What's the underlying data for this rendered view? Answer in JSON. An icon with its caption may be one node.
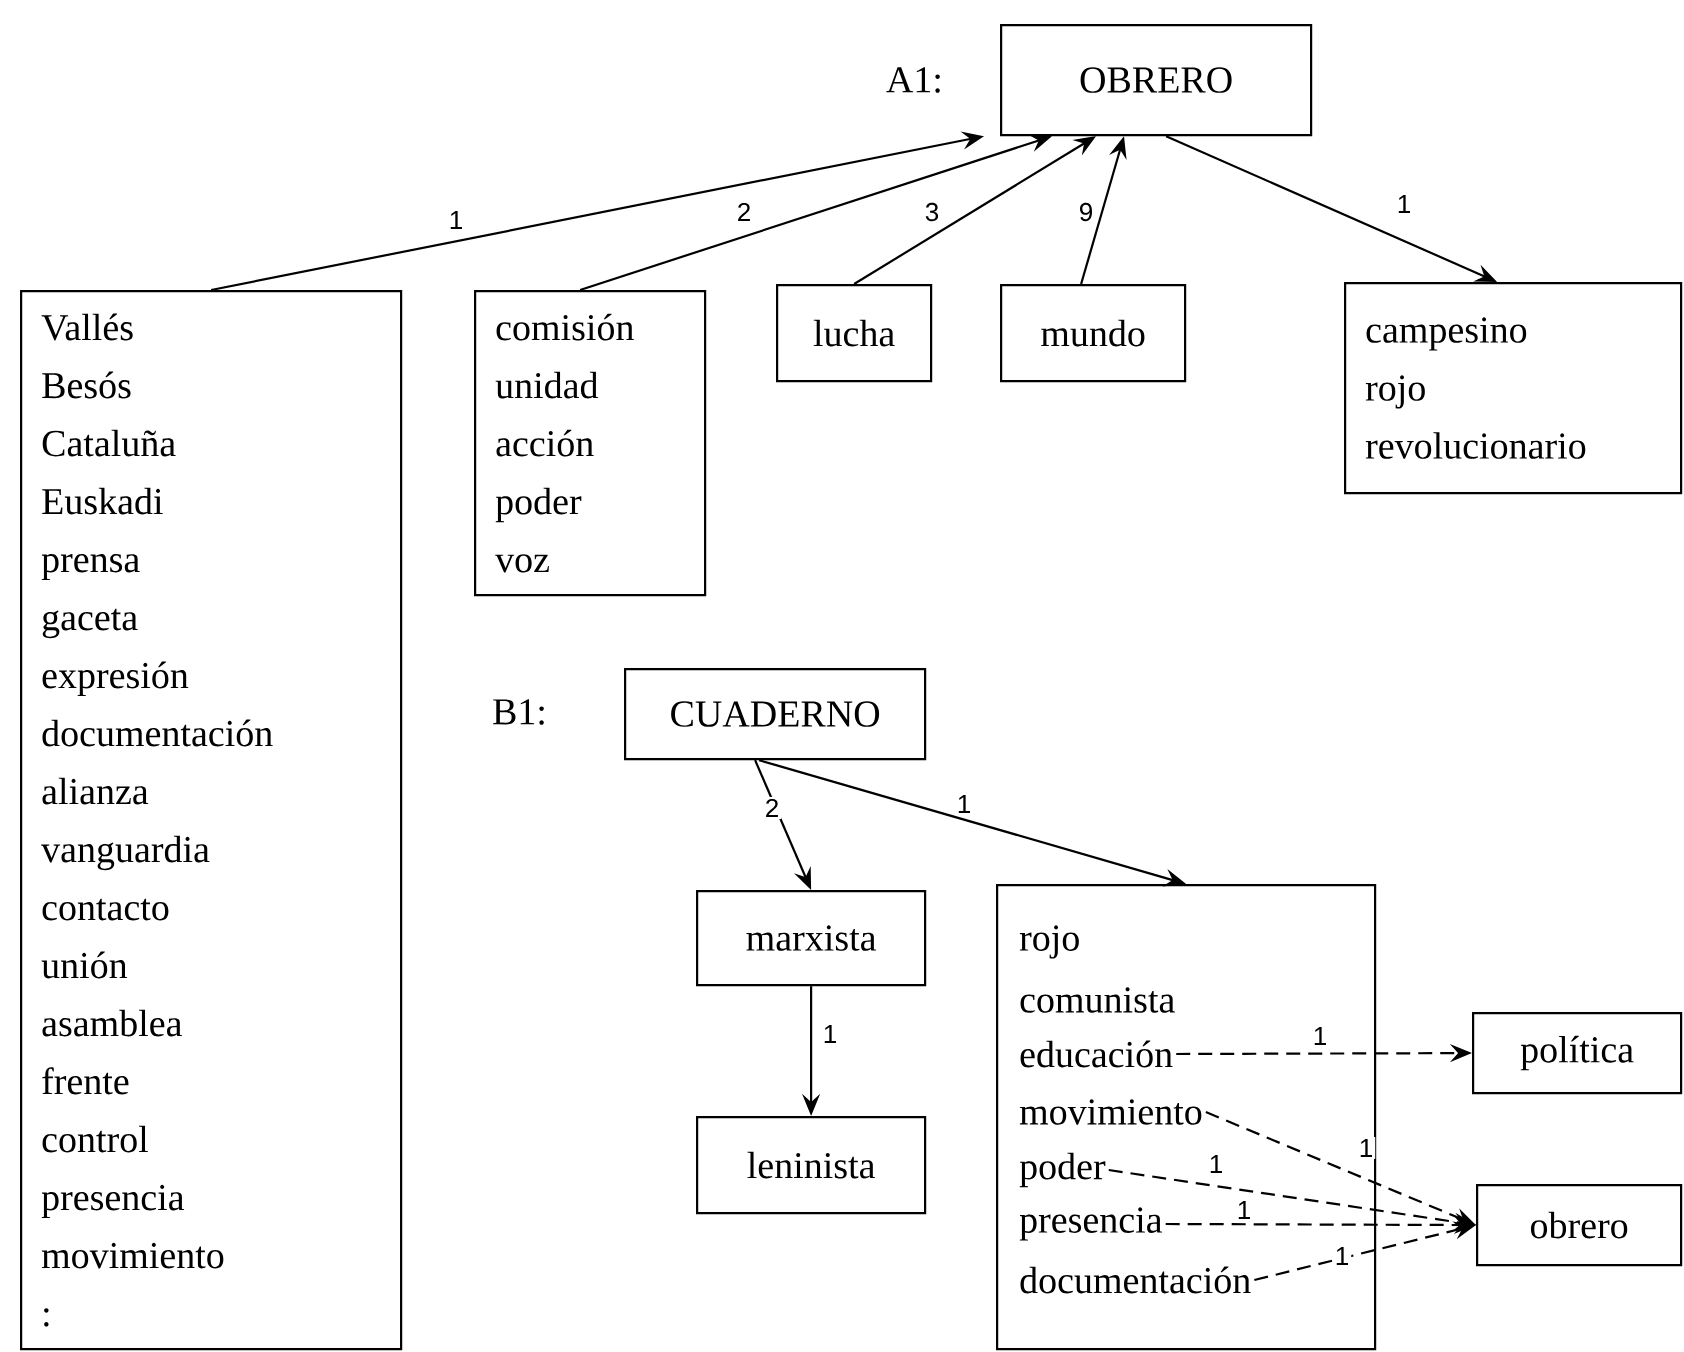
{
  "diagram": {
    "nodes": [
      {
        "text": [
          "OBRERO"
        ],
        "beside": [
          "A1:"
        ]
      },
      {
        "text": [
          "Vallés",
          "Besós",
          "Cataluña",
          "Euskadi",
          "prensa",
          "gaceta",
          "expresión",
          "documentación",
          "alianza",
          "vanguardia",
          "contacto",
          "unión",
          "asamblea",
          "frente",
          "control",
          "presencia",
          "movimiento",
          ":"
        ]
      },
      {
        "text": [
          "comisión",
          "unidad",
          "acción",
          "poder",
          "voz"
        ]
      },
      {
        "text": [
          "lucha"
        ]
      },
      {
        "text": [
          "mundo"
        ]
      },
      {
        "text": [
          "campesino",
          "rojo",
          "revolucionario"
        ]
      },
      {
        "text": [
          "CUADERNO"
        ],
        "beside": [
          "B1:"
        ]
      },
      {
        "text": [
          "marxista"
        ]
      },
      {
        "text": [
          "leninista"
        ]
      },
      {
        "text": [],
        "shape": "box"
      },
      {
        "text": [
          "rojo"
        ],
        "in": 9
      },
      {
        "text": [
          "comunista"
        ],
        "in": 9
      },
      {
        "text": [
          "educación"
        ],
        "in": 9
      },
      {
        "text": [
          "movimiento"
        ],
        "in": 9
      },
      {
        "text": [
          "poder"
        ],
        "in": 9
      },
      {
        "text": [
          "presencia"
        ],
        "in": 9
      },
      {
        "text": [
          "documentación"
        ],
        "in": 9
      },
      {
        "text": [
          "política"
        ]
      },
      {
        "text": [
          "obrero"
        ]
      }
    ],
    "edges": [
      {
        "from": 1,
        "to": 0,
        "arrow": "to",
        "label": "1"
      },
      {
        "from": 2,
        "to": 0,
        "arrow": "to",
        "label": "2"
      },
      {
        "from": 3,
        "to": 0,
        "arrow": "to",
        "label": "3"
      },
      {
        "from": 4,
        "to": 0,
        "arrow": "to",
        "label": "9"
      },
      {
        "from": 0,
        "to": 5,
        "arrow": "to",
        "label": "1"
      },
      {
        "from": 6,
        "to": 7,
        "arrow": "to",
        "label": "2"
      },
      {
        "from": 6,
        "to": 9,
        "arrow": "to",
        "label": "1"
      },
      {
        "from": 7,
        "to": 8,
        "arrow": "to",
        "label": "1"
      },
      {
        "from": 12,
        "to": 17,
        "arrow": "to",
        "label": "1",
        "style": "dashed"
      },
      {
        "from": 13,
        "to": 18,
        "arrow": "to",
        "label": "1",
        "style": "dashed"
      },
      {
        "from": 14,
        "to": 18,
        "arrow": "to",
        "label": "1",
        "style": "dashed"
      },
      {
        "from": 15,
        "to": 18,
        "arrow": "to",
        "label": "1",
        "style": "dashed"
      },
      {
        "from": 16,
        "to": 18,
        "arrow": "to",
        "label": "1",
        "style": "dashed"
      }
    ]
  }
}
